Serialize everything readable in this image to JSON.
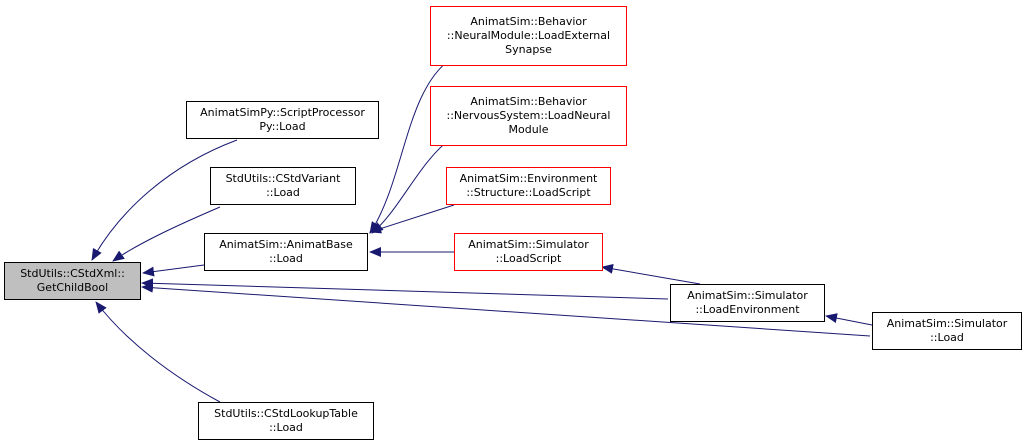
{
  "diagram": {
    "edge_color": "#191970",
    "nodes": [
      {
        "id": "getchildbool",
        "lines": [
          "StdUtils::CStdXml::",
          "GetChildBool"
        ],
        "style": "focus"
      },
      {
        "id": "scriptprocessor-load",
        "lines": [
          "AnimatSimPy::ScriptProcessor",
          "Py::Load"
        ],
        "style": "black"
      },
      {
        "id": "cstdvariant-load",
        "lines": [
          "StdUtils::CStdVariant",
          "::Load"
        ],
        "style": "black"
      },
      {
        "id": "animatbase-load",
        "lines": [
          "AnimatSim::AnimatBase",
          "::Load"
        ],
        "style": "black"
      },
      {
        "id": "cstdlookuptable-load",
        "lines": [
          "StdUtils::CStdLookupTable",
          "::Load"
        ],
        "style": "black"
      },
      {
        "id": "loadexternalsynapse",
        "lines": [
          "AnimatSim::Behavior",
          "::NeuralModule::LoadExternal",
          "Synapse"
        ],
        "style": "red"
      },
      {
        "id": "loadneuralmodule",
        "lines": [
          "AnimatSim::Behavior",
          "::NervousSystem::LoadNeural",
          "Module"
        ],
        "style": "red"
      },
      {
        "id": "structure-loadscript",
        "lines": [
          "AnimatSim::Environment",
          "::Structure::LoadScript"
        ],
        "style": "red"
      },
      {
        "id": "simulator-loadscript",
        "lines": [
          "AnimatSim::Simulator",
          "::LoadScript"
        ],
        "style": "red"
      },
      {
        "id": "simulator-loadenvironment",
        "lines": [
          "AnimatSim::Simulator",
          "::LoadEnvironment"
        ],
        "style": "black"
      },
      {
        "id": "simulator-load",
        "lines": [
          "AnimatSim::Simulator",
          "::Load"
        ],
        "style": "black"
      }
    ]
  }
}
